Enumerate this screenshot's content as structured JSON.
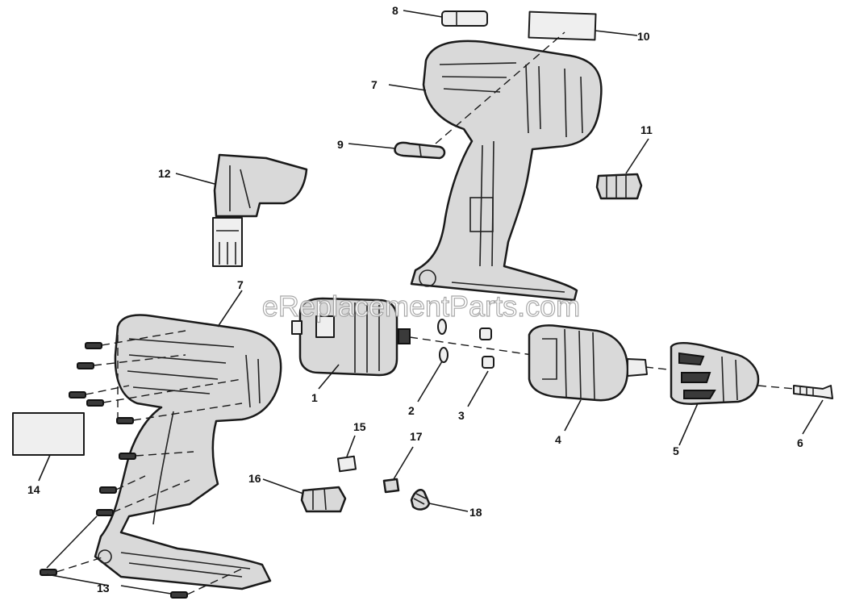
{
  "watermark": "eReplacementParts.com",
  "callouts": {
    "c1": "1",
    "c2": "2",
    "c3": "3",
    "c4": "4",
    "c5": "5",
    "c6": "6",
    "c7a": "7",
    "c7b": "7",
    "c8": "8",
    "c9": "9",
    "c10": "10",
    "c11": "11",
    "c12": "12",
    "c13": "13",
    "c14": "14",
    "c15": "15",
    "c16": "16",
    "c17": "17",
    "c18": "18"
  }
}
